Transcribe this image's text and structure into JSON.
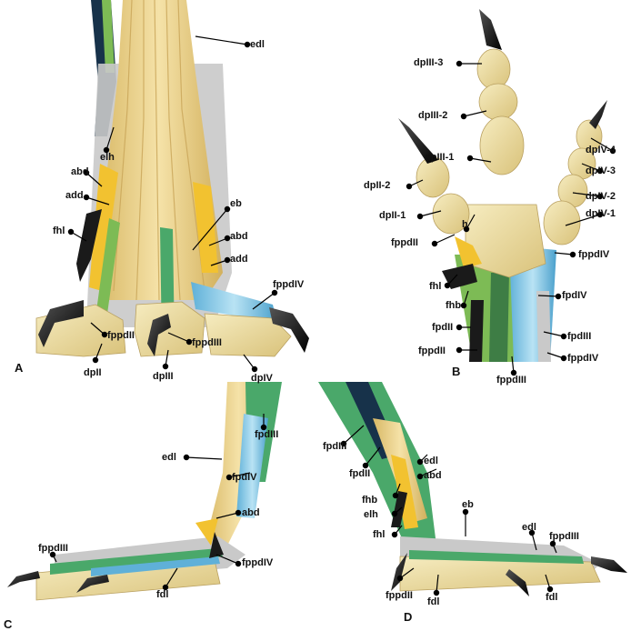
{
  "panels": {
    "A": {
      "letter": "A",
      "labels": {
        "edl": "edl",
        "elh": "elh",
        "abd": "abd",
        "add": "add",
        "fhl": "fhl",
        "eb": "eb",
        "abd2": "abd",
        "add2": "add",
        "fppdIV": "fppdIV",
        "fppdII": "fppdII",
        "fppdIII": "fppdIII",
        "dpII": "dpII",
        "dpIII": "dpIII",
        "dpIV": "dpIV"
      }
    },
    "B": {
      "letter": "B",
      "labels": {
        "dpIII_3": "dpIII-3",
        "dpIII_2": "dpIII-2",
        "dpIII_1": "dpIII-1",
        "dpII_2": "dpII-2",
        "dpII_1": "dpII-1",
        "h": "h",
        "dpIV_4": "dpIV-4",
        "dpIV_3": "dpIV-3",
        "dpIV_2": "dpIV-2",
        "dpIV_1": "dpIV-1",
        "fppdII": "fppdII",
        "fppdIV": "fppdIV",
        "fhl": "fhl",
        "fhb": "fhb",
        "fpdIV": "fpdIV",
        "fpdII": "fpdII",
        "fpdIII": "fpdIII",
        "fppdII2": "fppdII",
        "fppdIV2": "fppdIV",
        "fppdIII": "fppdIII"
      }
    },
    "C": {
      "letter": "C",
      "labels": {
        "fpdIII": "fpdIII",
        "edl": "edl",
        "fpdIV": "fpdIV",
        "abd": "abd",
        "fppdIII": "fppdIII",
        "fppdIV": "fppdIV",
        "fdl": "fdl"
      }
    },
    "D": {
      "letter": "D",
      "labels": {
        "fpdIII": "fpdIII",
        "fpdII": "fpdII",
        "edl": "edl",
        "abd": "abd",
        "fhb": "fhb",
        "elh": "elh",
        "fhl": "fhl",
        "eb": "eb",
        "edl2": "edl",
        "fppdIII": "fppdIII",
        "fppdII": "fppdII",
        "fdl": "fdl",
        "fdl2": "fdl"
      }
    }
  },
  "colors": {
    "bone": "#e8d99a",
    "tendon": "#e2c77a",
    "claw": "#1a1a1a",
    "blue": "#7fc6e8",
    "green": "#7dbb55",
    "yellow": "#f2c230",
    "navy": "#17324a",
    "silver": "#c9c9c9"
  }
}
